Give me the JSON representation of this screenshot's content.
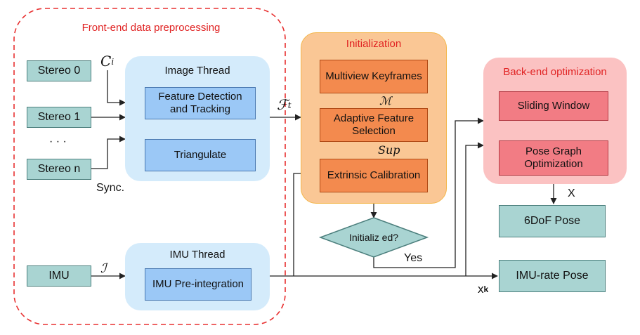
{
  "frontend": {
    "title": "Front-end data preprocessing"
  },
  "inputs": {
    "stereo0": "Stereo 0",
    "stereo1": "Stereo 1",
    "dots": "· · ·",
    "stereon": "Stereo n",
    "imu": "IMU",
    "sync": "Sync."
  },
  "image_thread": {
    "title": "Image Thread",
    "detect": "Feature Detection and Tracking",
    "triangulate": "Triangulate"
  },
  "imu_thread": {
    "title": "IMU Thread",
    "preint": "IMU Pre-integration"
  },
  "initialization": {
    "title": "Initialization",
    "keyframes": "Multiview Keyframes",
    "adaptive": "Adaptive Feature Selection",
    "extrinsic": "Extrinsic Calibration",
    "decision": "Initializ ed?",
    "yes": "Yes"
  },
  "backend": {
    "title": "Back-end optimization",
    "sliding": "Sliding Window",
    "posegraph": "Pose Graph Optimization"
  },
  "outputs": {
    "pose6dof": "6DoF Pose",
    "imurate": "IMU-rate Pose",
    "x_label": "X",
    "xk_label": "x",
    "xk_sub": "k"
  },
  "symbols": {
    "ci": "C",
    "ci_sup": "i",
    "ft": "ℱ",
    "ft_sub": "t",
    "imu_sym": "ℐ",
    "m": "ℳ",
    "sup": "Sup"
  },
  "colors": {
    "frontend_border": "#e83030",
    "arrow": "#222222"
  }
}
